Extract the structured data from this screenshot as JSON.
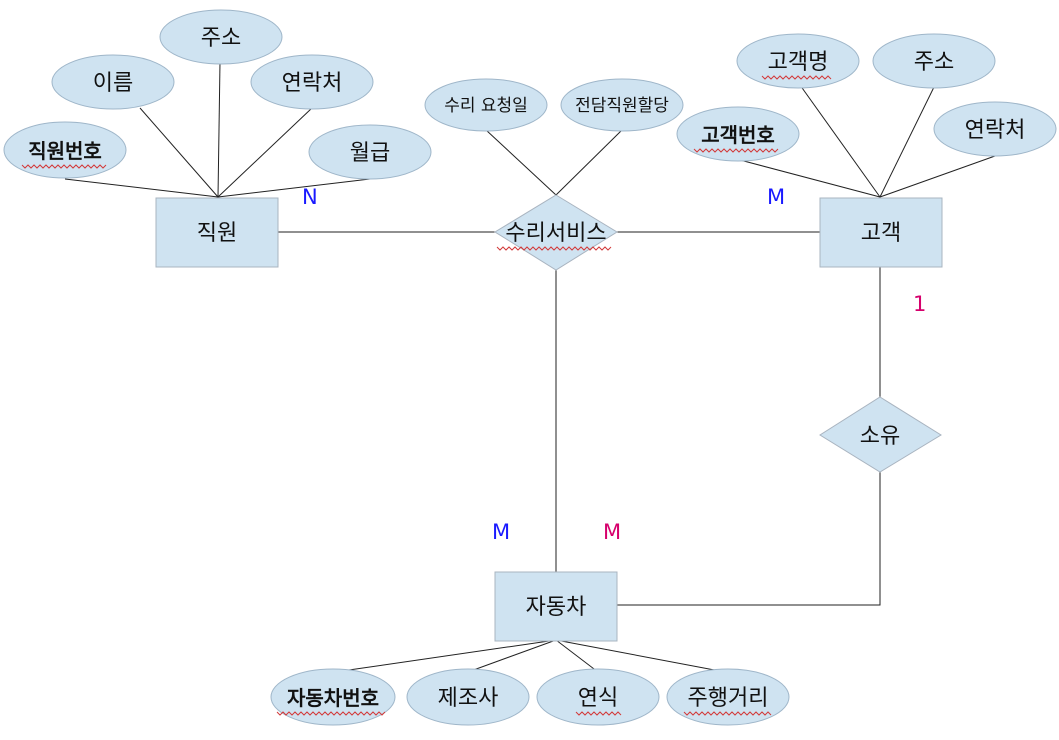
{
  "entities": {
    "employee": "직원",
    "repair_service": "수리서비스",
    "customer": "고객",
    "ownership": "소유",
    "car": "자동차"
  },
  "employee_attrs": {
    "id": "직원번호",
    "name": "이름",
    "address": "주소",
    "contact": "연락처",
    "salary": "월급"
  },
  "service_attrs": {
    "request_date": "수리 요청일",
    "assigned_staff": "전담직원할당"
  },
  "customer_attrs": {
    "name": "고객명",
    "address": "주소",
    "id": "고객번호",
    "contact": "연락처"
  },
  "car_attrs": {
    "id": "자동차번호",
    "maker": "제조사",
    "year": "연식",
    "mileage": "주행거리"
  },
  "cardinalities": {
    "employee_service": "N",
    "customer_service": "M",
    "customer_ownership": "1",
    "car_service": "M",
    "car_ownership": "M"
  },
  "colors": {
    "fill": "#cfe3f1",
    "line": "#222222",
    "card_blue": "#1a1aff",
    "card_magenta": "#d6006c",
    "squiggle": "#d23a3a"
  }
}
